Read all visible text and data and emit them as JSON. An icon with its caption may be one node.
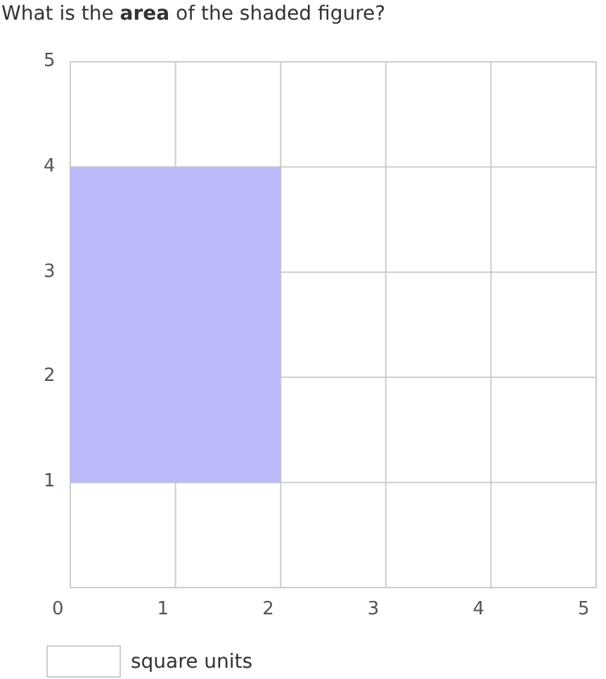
{
  "diagram": {
    "title": "What is the **area** of the shaded figure?",
    "labels": [
      "5",
      "4",
      "3",
      "2",
      "1",
      "0",
      "1",
      "2",
      "3",
      "4",
      "5",
      "square units"
    ]
  }
}
